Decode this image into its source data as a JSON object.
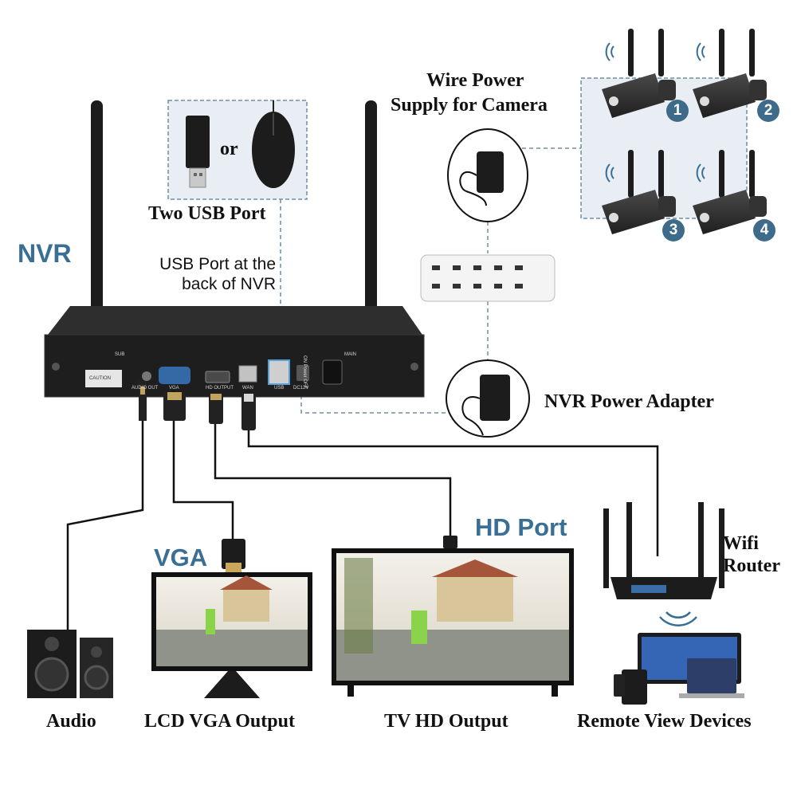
{
  "labels": {
    "nvr": "NVR",
    "wire_power": "Wire Power",
    "supply_for_camera": "Supply for Camera",
    "or": "or",
    "two_usb_port": "Two USB Port",
    "usb_back_line1": "USB Port at the",
    "usb_back_line2": "back of NVR",
    "nvr_power_adapter": "NVR Power Adapter",
    "hd_port": "HD Port",
    "vga": "VGA",
    "wifi": "Wifi",
    "router": "Router"
  },
  "nvr_panel": {
    "antenna_left": "SUB",
    "antenna_right": "MAIN",
    "caution": "CAUTION",
    "audio_out": "AUDIO OUT",
    "vga": "VGA",
    "hd_output": "HD OUTPUT",
    "wan": "WAN",
    "usb": "USB",
    "dc12v": "DC12V",
    "power_switch": "ON Power OFF"
  },
  "cameras": [
    {
      "number": "1"
    },
    {
      "number": "2"
    },
    {
      "number": "3"
    },
    {
      "number": "4"
    }
  ],
  "outputs": {
    "audio": "Audio",
    "lcd_vga_output": "LCD VGA Output",
    "tv_hd_output": "TV HD Output",
    "remote_view_devices": "Remote View Devices"
  },
  "colors": {
    "accent_blue": "#3a6f95",
    "badge_blue": "#3f6b8a",
    "dashed_line": "#6d8fa6",
    "panel_fill": "#e8eef3",
    "device_black": "#1c1c1c"
  }
}
